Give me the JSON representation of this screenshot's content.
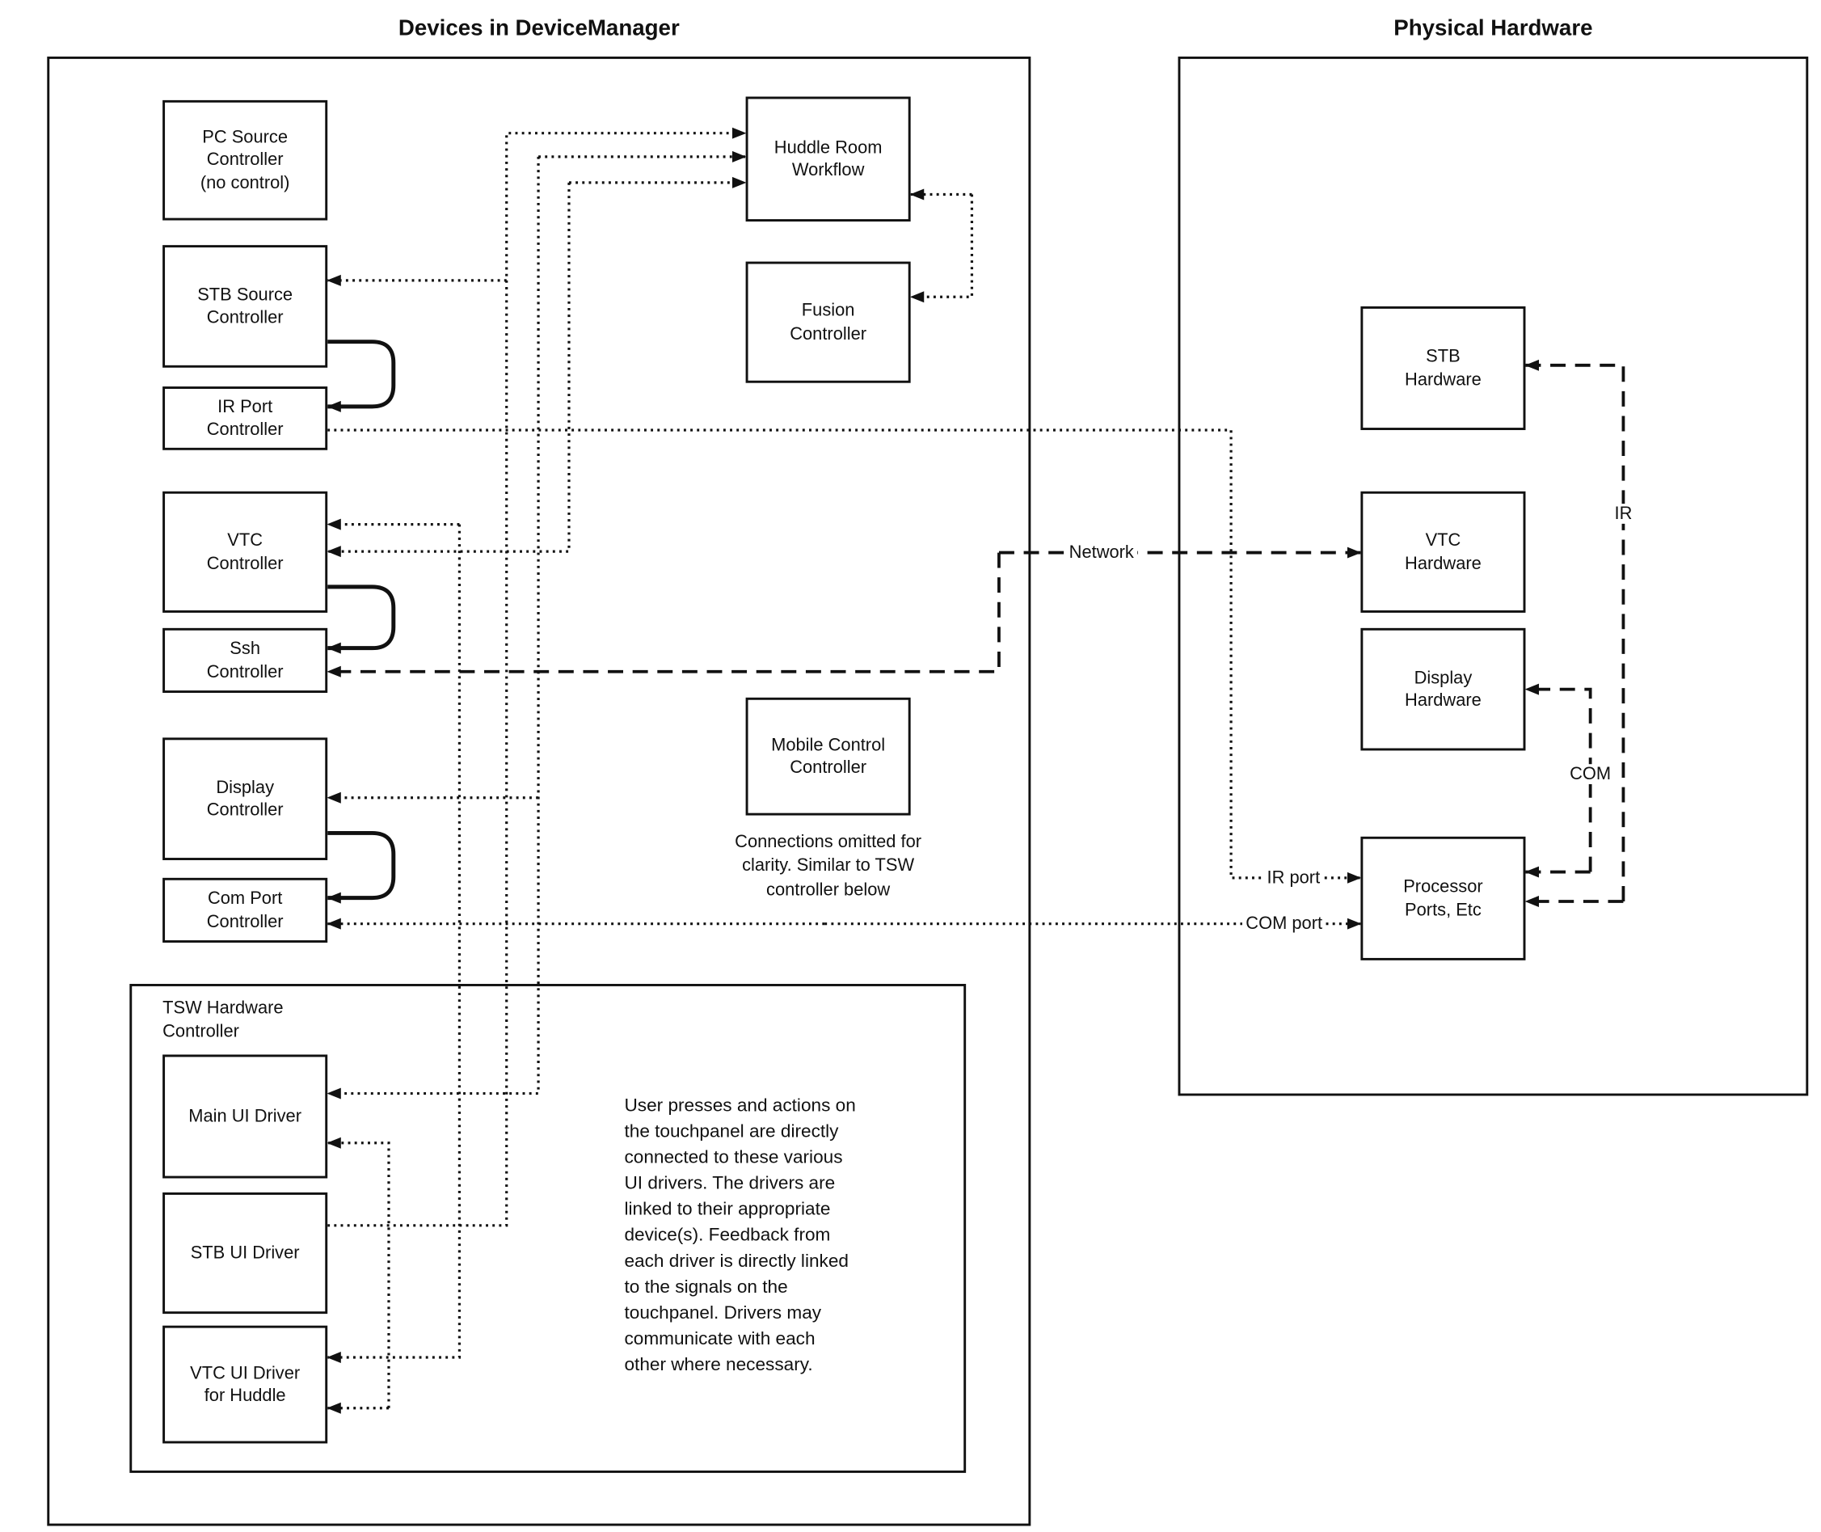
{
  "titles": {
    "device_manager": "Devices in DeviceManager",
    "physical_hardware": "Physical Hardware"
  },
  "controllers": {
    "pc_source": "PC Source\nController\n(no control)",
    "stb_source": "STB Source\nController",
    "ir_port": "IR Port\nController",
    "vtc": "VTC\nController",
    "ssh": "Ssh\nController",
    "display": "Display\nController",
    "com_port": "Com Port\nController",
    "huddle_room": "Huddle Room\nWorkflow",
    "fusion": "Fusion\nController",
    "mobile": "Mobile Control\nController",
    "mobile_note": "Connections omitted for\nclarity. Similar to TSW\ncontroller below"
  },
  "tsw": {
    "label": "TSW Hardware\nController",
    "main_ui": "Main UI Driver",
    "stb_ui": "STB UI Driver",
    "vtc_ui": "VTC UI Driver\nfor Huddle",
    "note": "User presses and actions on\nthe touchpanel are directly\nconnected to these various\nUI drivers.  The drivers are\nlinked to their appropriate\ndevice(s). Feedback from\neach driver is directly linked\nto the signals on the\ntouchpanel. Drivers may\ncommunicate with each\nother where necessary."
  },
  "hardware": {
    "stb": "STB\nHardware",
    "vtc": "VTC\nHardware",
    "display": "Display\nHardware",
    "processor": "Processor\nPorts, Etc"
  },
  "line_labels": {
    "network": "Network",
    "ir": "IR",
    "com": "COM",
    "ir_port": "IR port",
    "com_port": "COM port"
  },
  "colors": {
    "line": "#111111",
    "background": "#ffffff"
  }
}
